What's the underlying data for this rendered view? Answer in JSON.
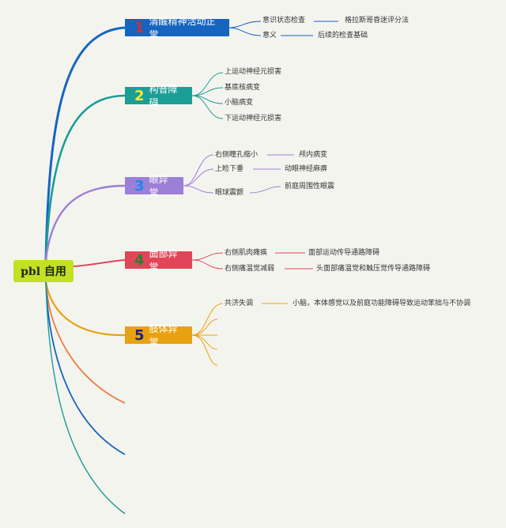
{
  "root": {
    "label": "pbl 自用"
  },
  "branches": [
    {
      "num": "1",
      "label": "清醒精神活动正常",
      "color": "#1565c0",
      "num_color": "#d32f2f"
    },
    {
      "num": "2",
      "label": "构音障碍",
      "color": "#1a9e96",
      "num_color": "#f7e53a"
    },
    {
      "num": "3",
      "label": "眼异常",
      "color": "#9c7fd6",
      "num_color": "#1e88e5"
    },
    {
      "num": "4",
      "label": "面部异常",
      "color": "#e04657",
      "num_color": "#2e7d32"
    },
    {
      "num": "5",
      "label": "肢体异常",
      "color": "#e8a20f",
      "num_color": "#1a237e"
    }
  ],
  "leaves": {
    "b1": [
      "意识状态检查",
      "格拉斯哥昏迷评分法",
      "意义",
      "后续的检查基础"
    ],
    "b2": [
      "上运动神经元损害",
      "基底核病变",
      "小脑病变",
      "下运动神经元损害"
    ],
    "b3": [
      "右侧瞳孔缩小",
      "颅内病变",
      "上睑下垂",
      "动眼神经麻痹",
      "眼球震颤",
      "前庭周围性眼震"
    ],
    "b4": [
      "右侧肌肉瘫痪",
      "面部运动传导通路障碍",
      "右侧痛温觉减弱",
      "头面部痛温觉和触压觉传导通路障碍"
    ],
    "b5": [
      "共济失调",
      "小脑，本体感觉以及前庭功能障碍导致运动笨拙与不协调"
    ]
  },
  "colors": {
    "root": "#c3e023",
    "extra_branch_orange": "#f07b3f",
    "extra_branch_blue": "#1565c0",
    "extra_branch_teal": "#1a9e96",
    "background": "#f4f4ef"
  }
}
